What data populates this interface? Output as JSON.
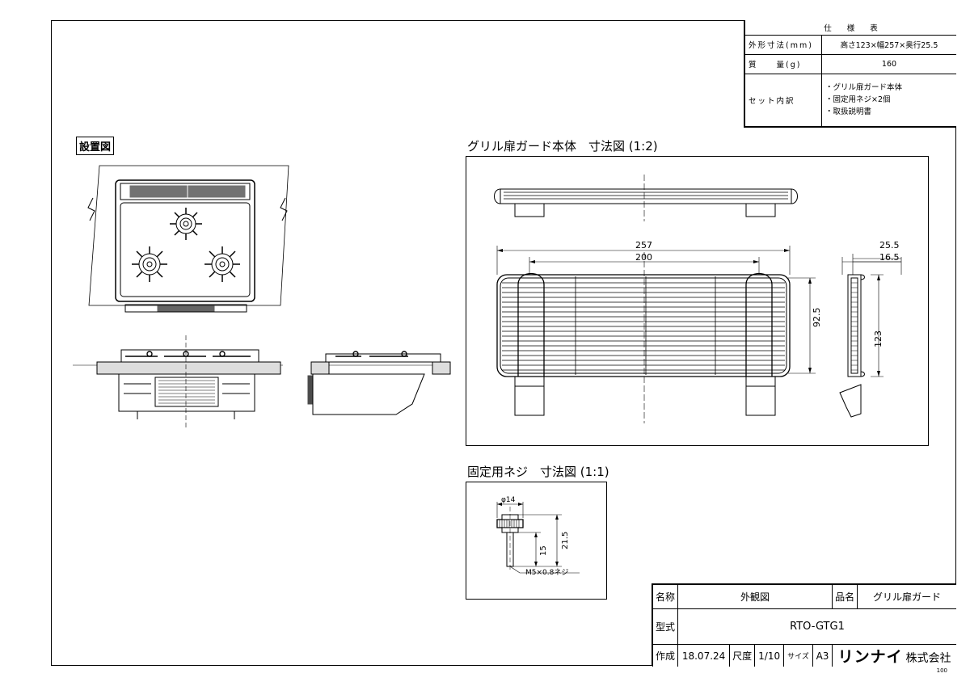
{
  "spec_table": {
    "title": "仕　　様　　表",
    "rows": [
      {
        "label": "外形寸法(mm)",
        "value": "高さ123×幅257×奥行25.5"
      },
      {
        "label": "質　　量(g)",
        "value": "160"
      }
    ],
    "set_label": "セット内訳",
    "set_items": [
      "・グリル扉ガード本体",
      "・固定用ネジ×2個",
      "・取扱説明書"
    ]
  },
  "installation": {
    "heading": "設置図"
  },
  "body_view": {
    "heading": "グリル扉ガード本体　寸法図 (1:2)",
    "dims": {
      "w_total": "257",
      "w_inner": "200",
      "h_inner": "92.5",
      "d_total": "25.5",
      "d_inner": "16.5",
      "h_total": "123"
    }
  },
  "screw_view": {
    "heading": "固定用ネジ　寸法図 (1:1)",
    "dims": {
      "dia": "φ14",
      "h_total": "21.5",
      "h_shaft": "15",
      "thread": "M5×0.8ネジ"
    }
  },
  "title_block": {
    "name_label": "名称",
    "name_value": "外観図",
    "product_label": "品名",
    "product_value": "グリル扉ガード",
    "model_label": "型式",
    "model_value": "RTO-GTG1",
    "made_label": "作成",
    "date": "18.07.24",
    "scale_label": "尺度",
    "scale_value": "1/10",
    "size_label": "サイズ",
    "size_value": "A3",
    "logo": "リンナイ",
    "company_suffix": "株式会社"
  },
  "page_number": "100"
}
